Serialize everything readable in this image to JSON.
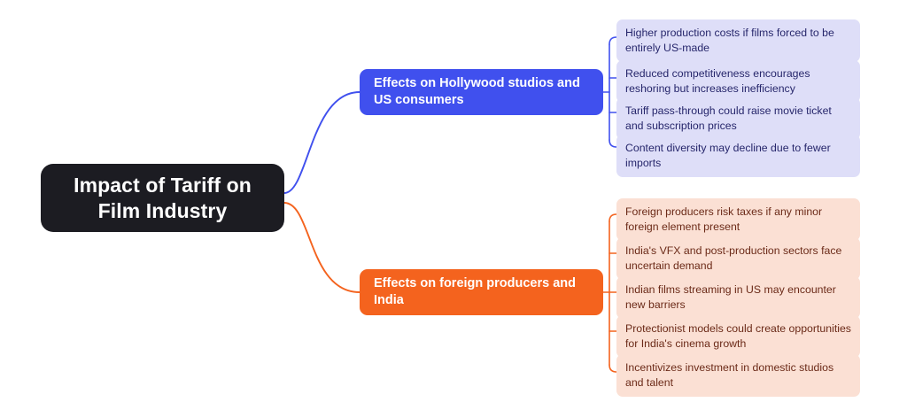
{
  "diagram": {
    "type": "mind-map",
    "background_color": "#ffffff",
    "root": {
      "label": "Impact of Tariff on Film Industry",
      "background_color": "#1c1c22",
      "text_color": "#ffffff"
    },
    "branches": [
      {
        "id": "hollywood",
        "label": "Effects on Hollywood studios and US consumers",
        "accent_color": "#4050ee",
        "leaf_background_color": "#dedef8",
        "leaf_text_color": "#26266b",
        "leaves": [
          {
            "label": "Higher production costs if films forced to be entirely US-made"
          },
          {
            "label": "Reduced competitiveness encourages reshoring but increases inefficiency"
          },
          {
            "label": "Tariff pass-through could raise movie ticket and subscription prices"
          },
          {
            "label": "Content diversity may decline due to fewer imports"
          }
        ]
      },
      {
        "id": "foreign",
        "label": "Effects on foreign producers and India",
        "accent_color": "#f4631e",
        "leaf_background_color": "#fbe0d4",
        "leaf_text_color": "#6b2a18",
        "leaves": [
          {
            "label": "Foreign producers risk taxes if any minor foreign element present"
          },
          {
            "label": "India's VFX and post-production sectors face uncertain demand"
          },
          {
            "label": "Indian films streaming in US may encounter new barriers"
          },
          {
            "label": "Protectionist models could create opportunities for India's cinema growth"
          },
          {
            "label": "Incentivizes investment in domestic studios and talent"
          }
        ]
      }
    ]
  }
}
